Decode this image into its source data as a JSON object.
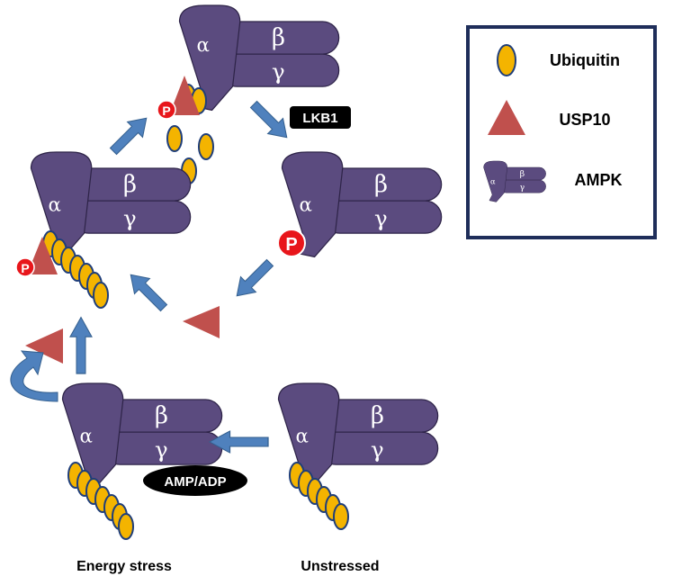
{
  "colors": {
    "ampk_fill": "#5B4B7F",
    "ampk_stroke": "#2E2448",
    "ubiquitin_fill": "#F4B400",
    "ubiquitin_stroke": "#1F3E7A",
    "usp10_fill": "#C0504D",
    "phospho_fill": "#E8161B",
    "arrow_fill": "#4F81BD",
    "arrow_stroke": "#35608F",
    "legend_border": "#1F2E5A",
    "tag_fill": "#000000"
  },
  "icons": {
    "ubiquitin": "yellow-ellipse",
    "usp10": "red-triangle",
    "ampk": "purple-ampk-complex",
    "phospho": "red-circle-p"
  },
  "complex": {
    "alpha": "α",
    "beta": "β",
    "gamma": "γ"
  },
  "phospho_label": "P",
  "kinase_tag": "LKB1",
  "nucleotide_tag": "AMP/ADP",
  "legend": {
    "ubiquitin": "Ubiquitin",
    "usp10": "USP10",
    "ampk": "AMPK"
  },
  "captions": {
    "left": "Energy stress",
    "right": "Unstressed"
  }
}
